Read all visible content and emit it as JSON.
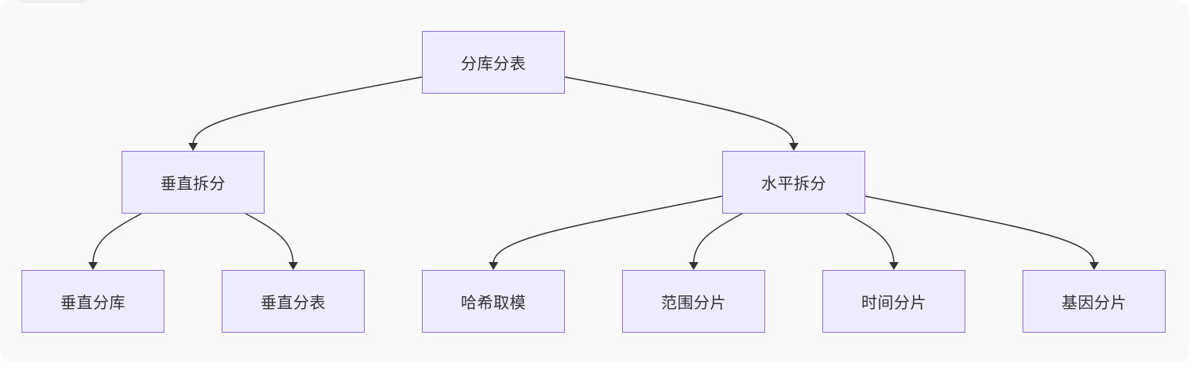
{
  "diagram": {
    "nodes": [
      {
        "id": "root",
        "label": "分库分表"
      },
      {
        "id": "vertical",
        "label": "垂直拆分"
      },
      {
        "id": "horizontal",
        "label": "水平拆分"
      },
      {
        "id": "vdb",
        "label": "垂直分库"
      },
      {
        "id": "vtable",
        "label": "垂直分表"
      },
      {
        "id": "hash",
        "label": "哈希取模"
      },
      {
        "id": "range",
        "label": "范围分片"
      },
      {
        "id": "time",
        "label": "时间分片"
      },
      {
        "id": "gene",
        "label": "基因分片"
      }
    ],
    "edges": [
      {
        "from": "root",
        "to": "vertical"
      },
      {
        "from": "root",
        "to": "horizontal"
      },
      {
        "from": "vertical",
        "to": "vdb"
      },
      {
        "from": "vertical",
        "to": "vtable"
      },
      {
        "from": "horizontal",
        "to": "hash"
      },
      {
        "from": "horizontal",
        "to": "range"
      },
      {
        "from": "horizontal",
        "to": "time"
      },
      {
        "from": "horizontal",
        "to": "gene"
      }
    ]
  }
}
